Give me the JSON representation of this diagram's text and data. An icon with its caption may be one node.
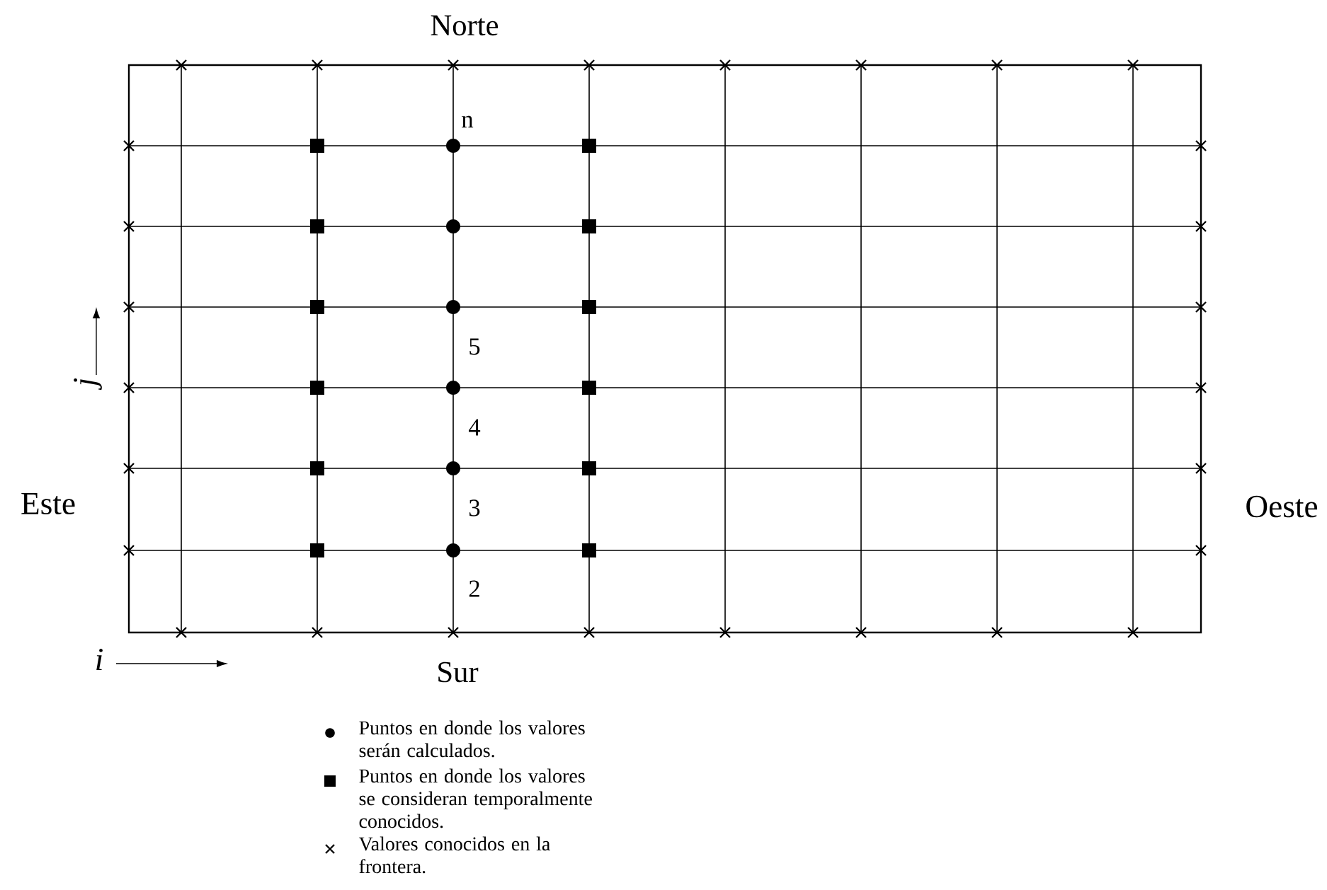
{
  "diagram": {
    "labels": [
      "Norte",
      "n",
      "5",
      "j",
      "4",
      "3",
      "Este",
      "Oeste",
      "2",
      "i",
      "Sur"
    ],
    "legend": [
      {
        "text": "Puntos en donde los valores serán calculados."
      },
      {
        "text": "Puntos en donde los valores se consideran temporalmente conocidos."
      },
      {
        "text": "Valores conocidos en la frontera."
      }
    ]
  }
}
